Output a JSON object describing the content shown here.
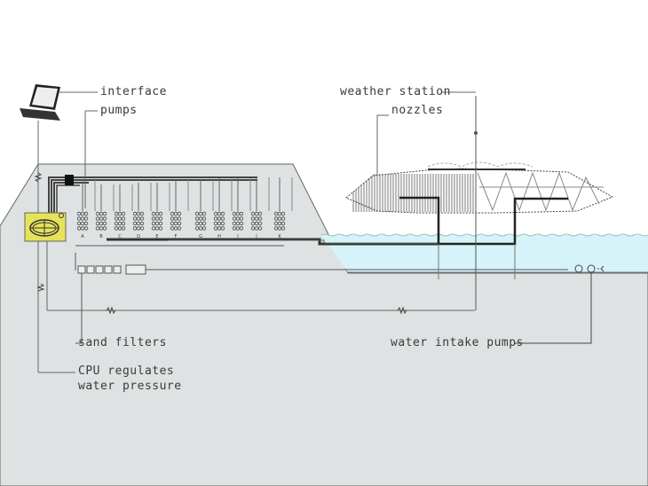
{
  "labels": {
    "interface": "interface",
    "pumps": "pumps",
    "weather_station": "weather station",
    "nozzles": "nozzles",
    "sand_filters": "sand filters",
    "water_intake_pumps": "water intake pumps",
    "cpu_line1": "CPU regulates",
    "cpu_line2": "water pressure"
  },
  "pump_letters": [
    "A",
    "B",
    "C",
    "D",
    "E",
    "F",
    "G",
    "H",
    "I",
    "J",
    "K"
  ],
  "colors": {
    "ground": "#dfe2e3",
    "water": "#d5f3f8",
    "cpu": "#e6e25a",
    "line": "#555555"
  }
}
